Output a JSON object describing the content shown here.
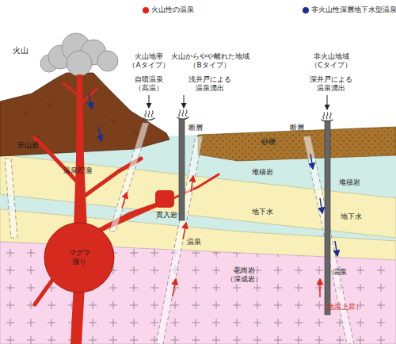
{
  "diagram": {
    "nodes": [
      {
        "text": [
          "マグマ 溜り"
        ]
      }
    ],
    "labels": [
      "火山",
      "火山地帯 （Aタイプ）",
      "自噴温泉 （高温）",
      "火山からやや離れた地域 （Bタイプ）",
      "浅井戸による 温泉湧出",
      "非火山地域 （Cタイプ）",
      "深井戸による 温泉湧出",
      "断層",
      "断層",
      "安山岩",
      "砂礫",
      "温泉貯溜",
      "堆積岩",
      "堆積岩",
      "地下水",
      "地下水",
      "貫入岩",
      "温泉",
      "温泉",
      "花崗岩 （深成岩）",
      "（地温上昇）"
    ],
    "legend": [
      {
        "text": "火山性の温泉",
        "color": "#e02418"
      },
      {
        "text": "非火山性深層地下水型温泉",
        "color": "#1c2f8f"
      }
    ]
  }
}
